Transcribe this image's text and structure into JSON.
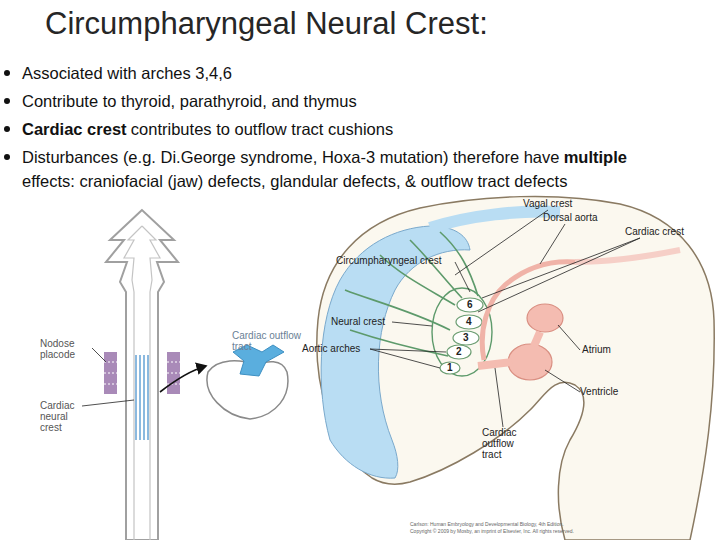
{
  "diagram": {
    "title": "Circumpharyngeal Neural Crest:",
    "labels": [
      "Associated with arches 3,4,6",
      "Contribute to thyroid, parathyroid, and thymus",
      "Cardiac crest",
      "contributes to outflow tract cushions",
      "Disturbances (e.g. Di.George syndrome, Hoxa-3 mutation) therefore have",
      "multiple",
      "effects: craniofacial (jaw) defects, glandular defects, & outflow tract defects",
      "Nodose placode",
      "Cardiac neural crest",
      "Cardiac outflow tract",
      "Vagal crest",
      "Dorsal aorta",
      "Cardiac crest",
      "Circumpharyngeal crest",
      "Neural crest",
      "Aortic arches",
      "6",
      "4",
      "3",
      "2",
      "1",
      "Atrium",
      "Ventricle",
      "Cardiac outflow tract",
      "Carlson: Human Embryology and Developmental Biology, 4th Edition.",
      "Copyright © 2009 by Mosby, an imprint of Elsevier, Inc. All rights reserved."
    ]
  }
}
